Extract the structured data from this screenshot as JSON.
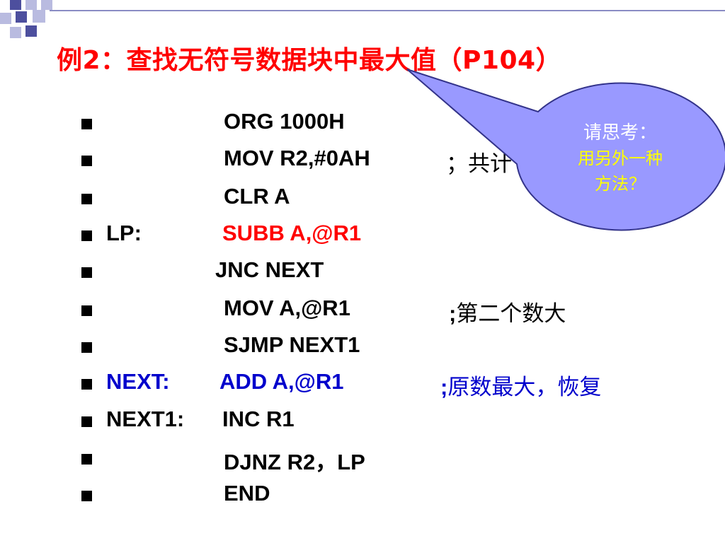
{
  "title": "例2：查找无符号数据块中最大值（P104）",
  "colors": {
    "title": "#ff0000",
    "text": "#000000",
    "highlight_red": "#ff0000",
    "highlight_blue": "#0000cc",
    "bullet": "#000000",
    "corner_dark": "#4d4f9e",
    "corner_light": "#b9bbe0",
    "rule": "#8a8cc4",
    "callout_fill": "#9999ff",
    "callout_stroke": "#33338a",
    "callout_question": "#ffffff",
    "callout_answer": "#ffff00"
  },
  "lines": [
    {
      "label": "",
      "code": "ORG  1000H",
      "comment": ""
    },
    {
      "label": "",
      "code": "MOV  R2,#0AH",
      "comment": "；共计"
    },
    {
      "label": "",
      "code": "CLR  A",
      "comment": ""
    },
    {
      "label": "LP:",
      "code": "SUBB  A,@R1",
      "comment": ""
    },
    {
      "label": "",
      "code": "JNC   NEXT",
      "comment": ""
    },
    {
      "label": "",
      "code": "MOV  A,@R1",
      "comment_semi": ";",
      "comment": "第二个数大"
    },
    {
      "label": "",
      "code": "SJMP  NEXT1",
      "comment": ""
    },
    {
      "label": "NEXT:",
      "code": "ADD  A,@R1",
      "comment_semi": ";",
      "comment": "原数最大，恢复"
    },
    {
      "label": "NEXT1:",
      "code": "INC  R1",
      "comment": ""
    },
    {
      "label": "",
      "code": "DJNZ  R2，LP",
      "comment": ""
    },
    {
      "label": "",
      "code": "END",
      "comment": ""
    }
  ],
  "callout": {
    "question": "请思考：",
    "answer_line1": "用另外一种",
    "answer_line2": "方法？"
  }
}
